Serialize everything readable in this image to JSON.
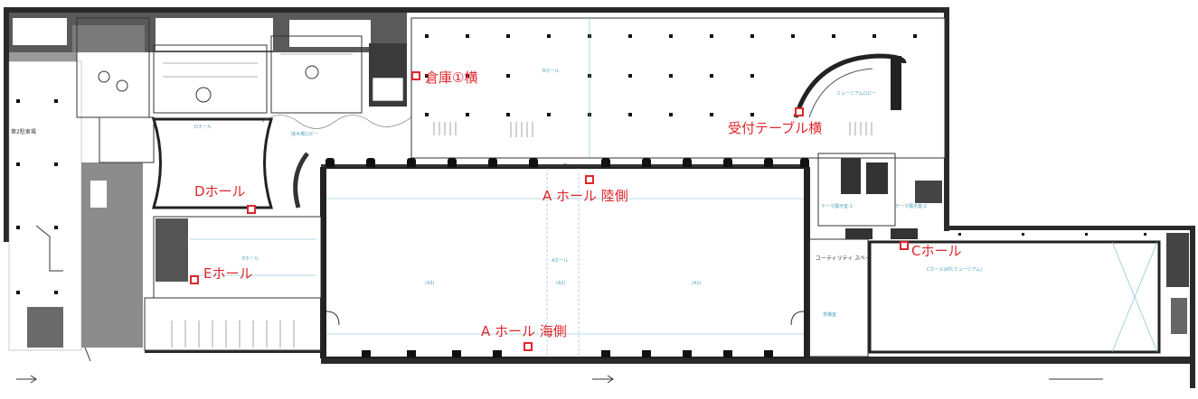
{
  "accent_color": "#e0262c",
  "markers": [
    {
      "id": "souko",
      "label": "倉庫①横"
    },
    {
      "id": "uketsuke",
      "label": "受付テーブル横"
    },
    {
      "id": "d-hall",
      "label": "Dホール"
    },
    {
      "id": "a-hall-riku",
      "label": "A ホール 陸側"
    },
    {
      "id": "e-hall",
      "label": "Eホール"
    },
    {
      "id": "c-hall",
      "label": "Cホール"
    },
    {
      "id": "a-hall-umi",
      "label": "A ホール 海側"
    }
  ],
  "room_labels": {
    "d_hall": "Dホール",
    "b_hall": "Bホール",
    "museum_lobby": "ミュージアムロビー",
    "shumoku_lobby": "撞木場ロビー",
    "parking": "第2駐車場",
    "a_hall": "Aホール",
    "e_hall": "Eホール",
    "utility": "ユーティリティ スペース",
    "c_hall": "Cホール(ATCミュージアム)",
    "theme1": "テーマ展示室-1",
    "theme2": "テーマ展示室-2",
    "a_right": "(A1)",
    "a_center": "(A2)",
    "a_left": "(A3)",
    "preparation": "準備室"
  }
}
